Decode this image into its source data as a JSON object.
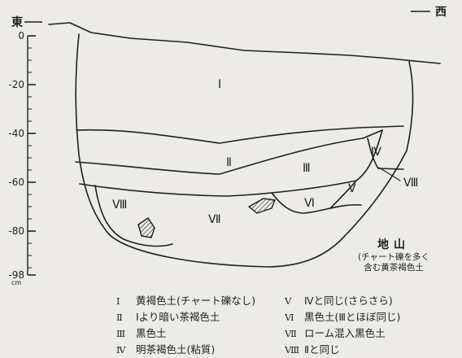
{
  "header": {
    "east_label": "東",
    "west_label": "西"
  },
  "axis": {
    "ticks": [
      {
        "value": 0,
        "label": "0"
      },
      {
        "value": -20,
        "label": "-20"
      },
      {
        "value": -40,
        "label": "-40"
      },
      {
        "value": -60,
        "label": "-60"
      },
      {
        "value": -80,
        "label": "-80"
      },
      {
        "value": -98,
        "label": "-98"
      }
    ],
    "unit": "cm"
  },
  "layers": [
    {
      "numeral": "Ⅰ",
      "name": "黄褐色土(チャート礫なし)"
    },
    {
      "numeral": "Ⅱ",
      "name": "Ⅰより暗い茶褐色土"
    },
    {
      "numeral": "Ⅲ",
      "name": "黒色土"
    },
    {
      "numeral": "Ⅳ",
      "name": "明茶褐色土(粘質)"
    },
    {
      "numeral": "Ⅴ",
      "name": "Ⅳと同じ(さらさら)"
    },
    {
      "numeral": "Ⅵ",
      "name": "黒色土(Ⅲとほぼ同じ)"
    },
    {
      "numeral": "Ⅶ",
      "name": "ローム混入黒色土"
    },
    {
      "numeral": "Ⅷ",
      "name": "Ⅱと同じ"
    }
  ],
  "bedrock": {
    "title": "地山",
    "note_line1": "(チャート礫を多く",
    "note_line2": "含む黄茶褐色土"
  },
  "colors": {
    "ink": "#1f1f1f",
    "paper": "#ecebe7"
  }
}
